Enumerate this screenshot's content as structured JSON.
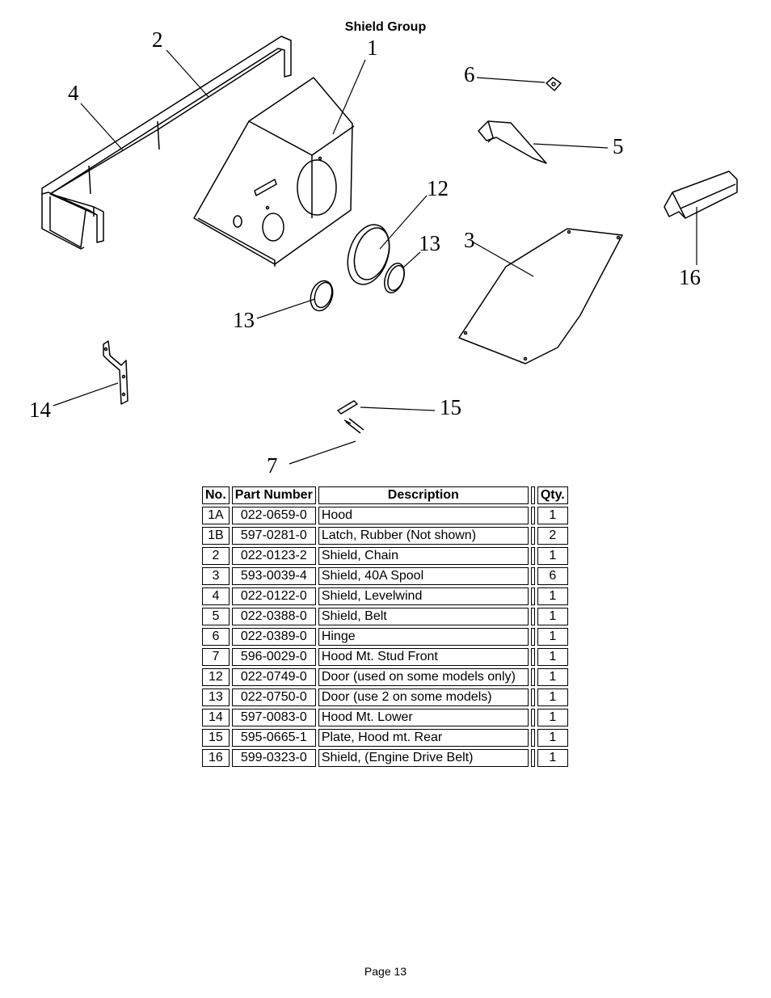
{
  "page": {
    "title": "Shield Group",
    "page_number": "Page 13"
  },
  "diagram": {
    "callouts": {
      "c1": "1",
      "c2": "2",
      "c3": "3",
      "c4": "4",
      "c5": "5",
      "c6": "6",
      "c7": "7",
      "c12": "12",
      "c13a": "13",
      "c13b": "13",
      "c14": "14",
      "c15": "15",
      "c16": "16"
    }
  },
  "table": {
    "headers": {
      "no": "No.",
      "part_number": "Part Number",
      "description": "Description",
      "qty": "Qty."
    },
    "rows": [
      {
        "no": "1A",
        "part_number": "022-0659-0",
        "description": "Hood",
        "qty": "1"
      },
      {
        "no": "1B",
        "part_number": "597-0281-0",
        "description": "Latch, Rubber (Not shown)",
        "qty": "2"
      },
      {
        "no": "2",
        "part_number": "022-0123-2",
        "description": "Shield, Chain",
        "qty": "1"
      },
      {
        "no": "3",
        "part_number": "593-0039-4",
        "description": "Shield, 40A Spool",
        "qty": "6"
      },
      {
        "no": "4",
        "part_number": "022-0122-0",
        "description": "Shield, Levelwind",
        "qty": "1"
      },
      {
        "no": "5",
        "part_number": "022-0388-0",
        "description": "Shield, Belt",
        "qty": "1"
      },
      {
        "no": "6",
        "part_number": "022-0389-0",
        "description": "Hinge",
        "qty": "1"
      },
      {
        "no": "7",
        "part_number": "596-0029-0",
        "description": "Hood Mt. Stud Front",
        "qty": "1"
      },
      {
        "no": "12",
        "part_number": "022-0749-0",
        "description": "Door (used on some models only)",
        "qty": "1"
      },
      {
        "no": "13",
        "part_number": "022-0750-0",
        "description": "Door (use 2 on some models)",
        "qty": "1"
      },
      {
        "no": "14",
        "part_number": "597-0083-0",
        "description": "Hood Mt. Lower",
        "qty": "1"
      },
      {
        "no": "15",
        "part_number": "595-0665-1",
        "description": "Plate, Hood mt. Rear",
        "qty": "1"
      },
      {
        "no": "16",
        "part_number": "599-0323-0",
        "description": "Shield, (Engine Drive Belt)",
        "qty": "1"
      }
    ]
  }
}
